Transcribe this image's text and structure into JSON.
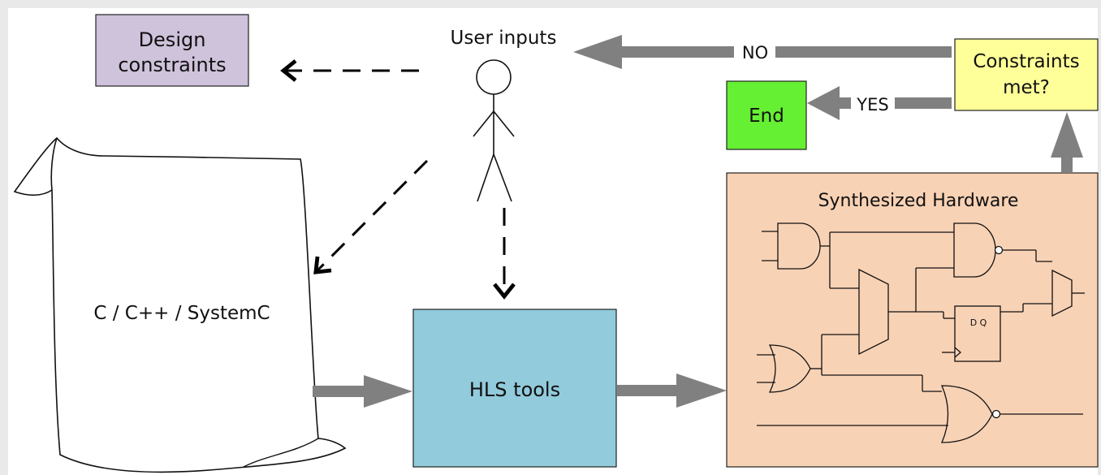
{
  "diagram": {
    "nodes": {
      "design_constraints": {
        "line1": "Design",
        "line2": "constraints"
      },
      "user": {
        "label": "User inputs"
      },
      "source": {
        "label": "C / C++ / SystemC"
      },
      "hls_tools": {
        "label": "HLS tools"
      },
      "hardware": {
        "label": "Synthesized Hardware",
        "ff_label": "D  Q"
      },
      "decision": {
        "line1": "Constraints",
        "line2": "met?"
      },
      "end": {
        "label": "End"
      }
    },
    "edges": {
      "no_label": "NO",
      "yes_label": "YES"
    },
    "colors": {
      "design_constraints_fill": "#cfc2db",
      "hls_fill": "#92cbdb",
      "hardware_fill": "#f8d2b5",
      "decision_fill": "#ffff99",
      "end_fill": "#66f033",
      "arrow_gray": "#808080"
    }
  }
}
